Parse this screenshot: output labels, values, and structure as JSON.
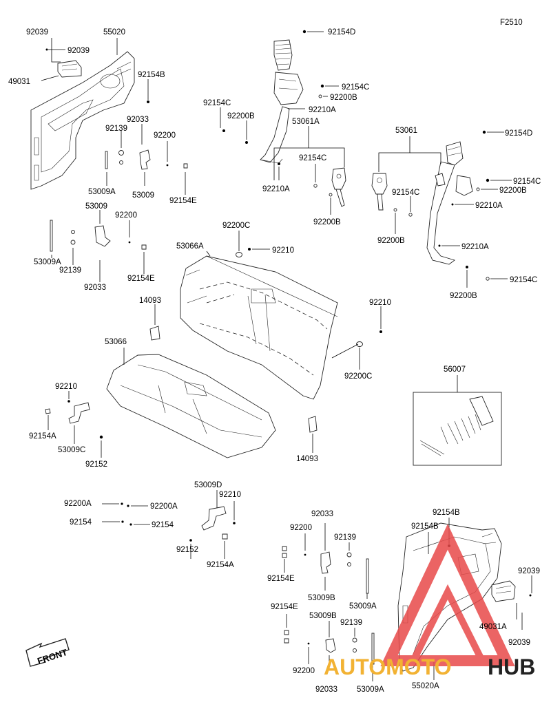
{
  "figure_code": "F2510",
  "front_label": "FRONT",
  "watermark": {
    "part1": "AUTOMOTO",
    "part2": "HUB",
    "color_main": "#e84a4a",
    "color_secondary": "#f2b233",
    "color_dark": "#222222"
  },
  "callouts": {
    "c001": "92039",
    "c002": "55020",
    "c003": "92039",
    "c004": "49031",
    "c005": "92154B",
    "c006": "92033",
    "c007": "92139",
    "c008": "92200",
    "c009": "53009A",
    "c010": "53009",
    "c011": "92154E",
    "c012": "53009",
    "c013": "92200",
    "c014": "53009A",
    "c015": "92139",
    "c016": "92033",
    "c017": "92154E",
    "c018": "92154D",
    "c019": "92154C",
    "c020": "92200B",
    "c021": "92210A",
    "c022": "92154C",
    "c023": "92200B",
    "c024": "53061A",
    "c025": "92154C",
    "c026": "92210A",
    "c027": "92200B",
    "c028": "92154D",
    "c029": "53061",
    "c030": "92154C",
    "c031": "92200B",
    "c032": "92154C",
    "c033": "92210A",
    "c034": "92200B",
    "c035": "92210A",
    "c036": "92154C",
    "c037": "92200B",
    "c038": "92200C",
    "c039": "53066A",
    "c040": "92210",
    "c041": "14093",
    "c042": "92210",
    "c043": "53066",
    "c044": "92200C",
    "c045": "56007",
    "c046": "92210",
    "c047": "92154A",
    "c048": "53009C",
    "c049": "92152",
    "c050": "14093",
    "c051": "53009D",
    "c052": "92210",
    "c053": "92200A",
    "c054": "92200A",
    "c055": "92154",
    "c056": "92154",
    "c057": "92152",
    "c058": "92154A",
    "c059": "92033",
    "c060": "92154B",
    "c061": "92200",
    "c062": "92139",
    "c063": "92154B",
    "c064": "92039",
    "c065": "92154E",
    "c066": "53009B",
    "c067": "53009A",
    "c068": "92154E",
    "c069": "53009B",
    "c070": "92139",
    "c071": "49031A",
    "c072": "92039",
    "c073": "92200",
    "c074": "92033",
    "c075": "53009A",
    "c076": "55020A"
  }
}
